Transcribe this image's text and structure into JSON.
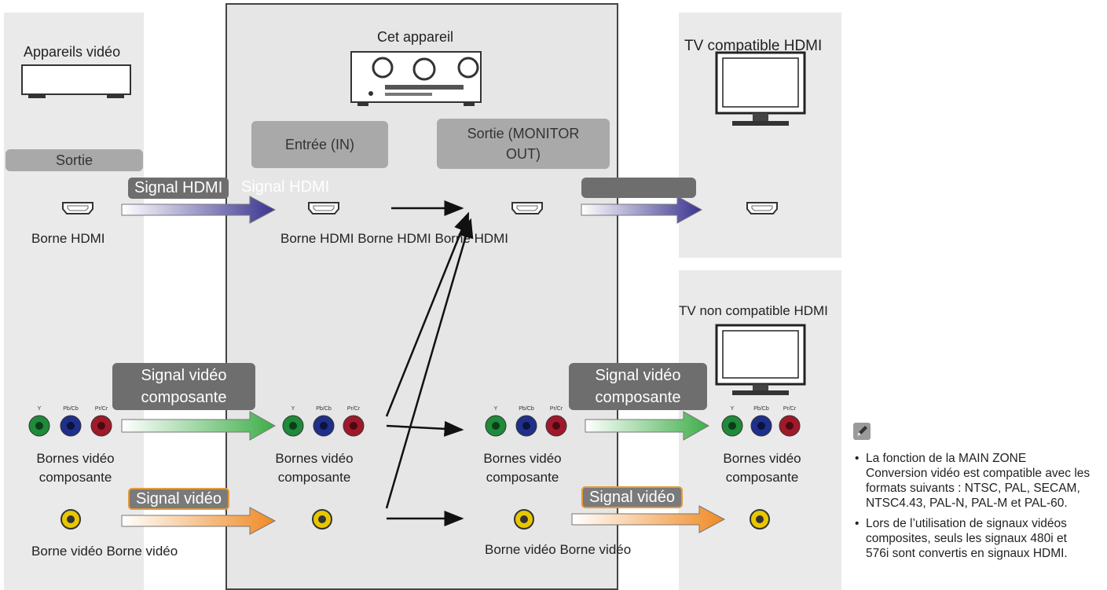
{
  "source_panel": {
    "title": "Appareils vidéo",
    "output_label": "Sortie",
    "hdmi_jack_label": "Borne HDMI",
    "component_jack_label": "Bornes vidéo composante",
    "video_jack_label": "Borne vidéo"
  },
  "signals": {
    "hdmi": "Signal HDMI",
    "hdmi_ghost": "Signal HDMI",
    "component": "Signal vidéo composante",
    "video": "Signal vidéo"
  },
  "center_panel": {
    "title": "Cet appareil",
    "input_label": "Entrée (IN)",
    "output_label": "Sortie (MONITOR OUT)",
    "hdmi_labels": "Borne HDMI Borne HDMI Borne HDMI",
    "component_in_label": "Bornes vidéo composante",
    "component_out_label": "Bornes vidéo composante",
    "video_labels_left": "Borne vidéo Borne vidéo",
    "video_labels_right": "Borne vidéo Borne vidéo"
  },
  "tv_hdmi": {
    "title": "TV compatible HDMI"
  },
  "tv_non_hdmi": {
    "title": "TV non compatible HDMI",
    "component_jack_label": "Bornes vidéo composante"
  },
  "notes": {
    "icon": "pencil-icon",
    "items": [
      "La fonction de la MAIN ZONE Conversion vidéo est compatible avec les formats suivants : NTSC, PAL, SECAM, NTSC4.43, PAL-N, PAL-M et PAL-60.",
      "Lors de l’utilisation de signaux vidéos composites, seuls les signaux 480i et 576i sont convertis en signaux HDMI."
    ]
  },
  "jack_sublabels": {
    "y": "Y",
    "pb": "Pb/Cb",
    "pr": "Pr/Cr"
  },
  "colors": {
    "panel": "#eaeaea",
    "hdmi_arrow": "#3a3490",
    "component_arrow": "#3fae49",
    "video_arrow": "#f08a24",
    "jack_green": "#1f8a3a",
    "jack_blue": "#1f2f8a",
    "jack_red": "#a0192b",
    "jack_yellow": "#e8c700"
  }
}
